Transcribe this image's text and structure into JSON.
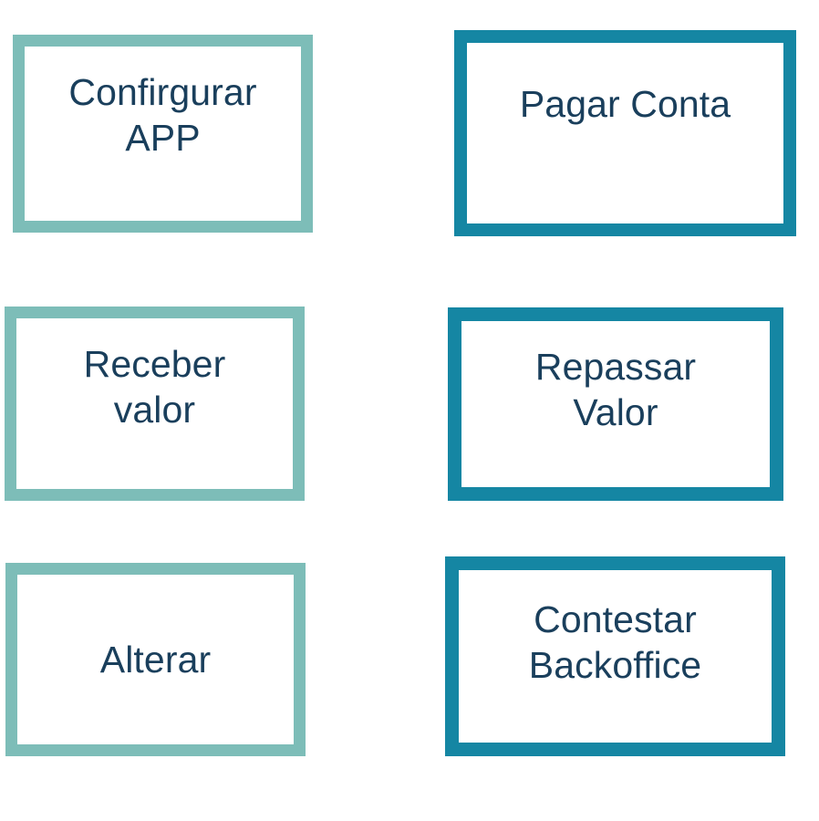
{
  "palette": {
    "background": "#ffffff",
    "box_fill": "#ffffff",
    "light_teal_border": "#7DBDB8",
    "dark_teal_border": "#1586A3",
    "label_text": "#1A3F5C"
  },
  "diagram": {
    "type": "node-grid",
    "columns": 2,
    "rows": 3,
    "nodes": [
      {
        "id": "configurar-app",
        "label": "Confirgurar\nAPP",
        "label_lines": [
          "Confirgurar",
          "APP"
        ],
        "column": 1,
        "row": 1,
        "border_color": "#7DBDB8",
        "fill_color": "#ffffff",
        "text_color": "#1A3F5C"
      },
      {
        "id": "pagar-conta",
        "label": "Pagar Conta",
        "label_lines": [
          "Pagar Conta"
        ],
        "column": 2,
        "row": 1,
        "border_color": "#1586A3",
        "fill_color": "#ffffff",
        "text_color": "#1A3F5C"
      },
      {
        "id": "receber-valor",
        "label": "Receber\nvalor",
        "label_lines": [
          "Receber",
          "valor"
        ],
        "column": 1,
        "row": 2,
        "border_color": "#7DBDB8",
        "fill_color": "#ffffff",
        "text_color": "#1A3F5C"
      },
      {
        "id": "repassar-valor",
        "label": "Repassar\nValor",
        "label_lines": [
          "Repassar",
          "Valor"
        ],
        "column": 2,
        "row": 2,
        "border_color": "#1586A3",
        "fill_color": "#ffffff",
        "text_color": "#1A3F5C"
      },
      {
        "id": "alterar",
        "label": "Alterar",
        "label_lines": [
          "Alterar"
        ],
        "column": 1,
        "row": 3,
        "border_color": "#7DBDB8",
        "fill_color": "#ffffff",
        "text_color": "#1A3F5C"
      },
      {
        "id": "contestar-backoffice",
        "label": "Contestar\nBackoffice",
        "label_lines": [
          "Contestar",
          "Backoffice"
        ],
        "column": 2,
        "row": 3,
        "border_color": "#1586A3",
        "fill_color": "#ffffff",
        "text_color": "#1A3F5C"
      }
    ]
  }
}
